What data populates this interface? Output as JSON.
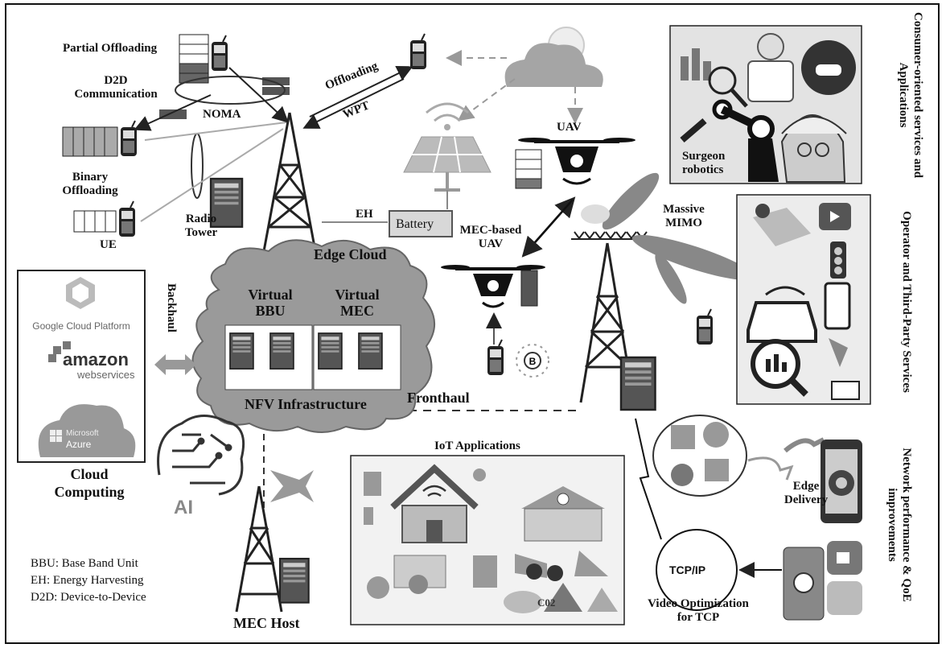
{
  "labels": {
    "partial_offloading": "Partial Offloading",
    "d2d_line1": "D2D",
    "d2d_line2": "Communication",
    "noma": "NOMA",
    "binary_line1": "Binary",
    "binary_line2": "Offloading",
    "ue": "UE",
    "offloading": "Offloading",
    "wpt": "WPT",
    "uav": "UAV",
    "radio_line1": "Radio",
    "radio_line2": "Tower",
    "eh": "EH",
    "battery": "Battery",
    "edge_cloud": "Edge Cloud",
    "mec_uav_line1": "MEC-based",
    "mec_uav_line2": "UAV",
    "massive_line1": "Massive",
    "massive_line2": "MIMO",
    "surgeon_line1": "Surgeon",
    "surgeon_line2": "robotics",
    "backhaul": "Backhaul",
    "virtual_bbu_line1": "Virtual",
    "virtual_bbu_line2": "BBU",
    "virtual_mec_line1": "Virtual",
    "virtual_mec_line2": "MEC",
    "nfv": "NFV Infrastructure",
    "fronthaul": "Fronthaul",
    "cloud_line1": "Cloud",
    "cloud_line2": "Computing",
    "ai": "AI",
    "iot": "IoT Applications",
    "edge_delivery_line1": "Edge",
    "edge_delivery_line2": "Delivery",
    "tcpip": "TCP/IP",
    "video_line1": "Video Optimization",
    "video_line2": "for TCP",
    "mec_host": "MEC Host",
    "co2": "C02"
  },
  "cloud_providers": {
    "google": "Google Cloud Platform",
    "amazon": "amazon",
    "aws": "webservices",
    "microsoft": "Microsoft",
    "azure": "Azure"
  },
  "side_titles": {
    "consumer": "Consumer-oriented services and Applications",
    "operator": "Operator and Third-Party Services",
    "network": "Network performance & QoE improvements"
  },
  "legend": [
    "BBU: Base Band Unit",
    "EH: Energy Harvesting",
    "D2D: Device-to-Device"
  ],
  "colors": {
    "cloud_fill": "#9a9a9a",
    "dark": "#1a1a1a",
    "mid_gray": "#8c8c8c",
    "light_gray": "#cfcfcf"
  }
}
